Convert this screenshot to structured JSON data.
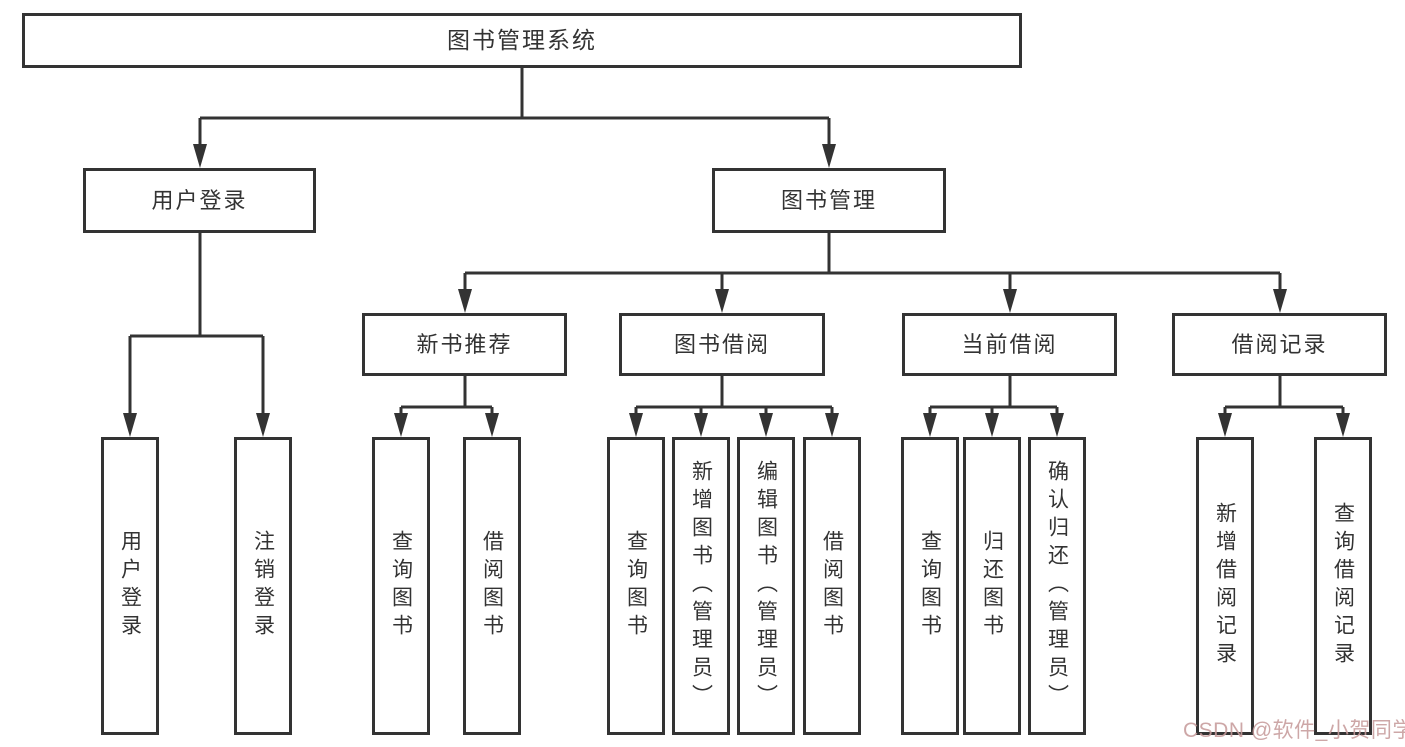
{
  "diagram": {
    "root": "图书管理系统",
    "level1": [
      "用户登录",
      "图书管理"
    ],
    "level2": [
      "新书推荐",
      "图书借阅",
      "当前借阅",
      "借阅记录"
    ],
    "leaves_login": [
      "用户登录",
      "注销登录"
    ],
    "leaves_recommend": [
      "查询图书",
      "借阅图书"
    ],
    "leaves_borrow": [
      "查询图书",
      "新增图书（管理员）",
      "编辑图书（管理员）",
      "借阅图书"
    ],
    "leaves_current": [
      "查询图书",
      "归还图书",
      "确认归还（管理员）"
    ],
    "leaves_record": [
      "新增借阅记录",
      "查询借阅记录"
    ]
  },
  "watermark": "CSDN @软件_小贺同学",
  "colors": {
    "line": "#333333",
    "text": "#333333",
    "watermark": "#c79c9c",
    "background": "#ffffff"
  }
}
